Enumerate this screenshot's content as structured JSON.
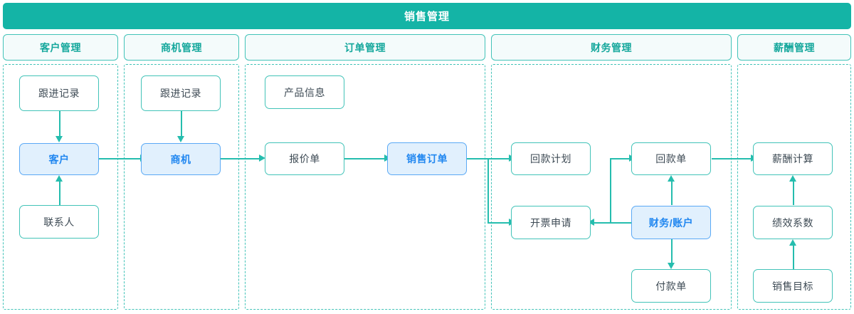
{
  "header": {
    "title": "销售管理",
    "bg_color": "#14b4a6",
    "text_color": "#ffffff"
  },
  "theme": {
    "teal": "#25bdae",
    "teal_border": "#42c3b8",
    "teal_text": "#14a79c",
    "blue_fill": "#e1f0fd",
    "blue_border": "#5aa9f5",
    "blue_text": "#1f86f0",
    "node_text": "#3d4a54"
  },
  "columns": [
    {
      "id": "customer",
      "label": "客户管理"
    },
    {
      "id": "opportunity",
      "label": "商机管理"
    },
    {
      "id": "order",
      "label": "订单管理"
    },
    {
      "id": "finance",
      "label": "财务管理"
    },
    {
      "id": "salary",
      "label": "薪酬管理"
    }
  ],
  "nodes": {
    "follow_up_1": {
      "label": "跟进记录",
      "column": "customer",
      "highlight": false
    },
    "customer": {
      "label": "客户",
      "column": "customer",
      "highlight": true
    },
    "contact": {
      "label": "联系人",
      "column": "customer",
      "highlight": false
    },
    "follow_up_2": {
      "label": "跟进记录",
      "column": "opportunity",
      "highlight": false
    },
    "opportunity": {
      "label": "商机",
      "column": "opportunity",
      "highlight": true
    },
    "product_info": {
      "label": "产品信息",
      "column": "order",
      "highlight": false
    },
    "quotation": {
      "label": "报价单",
      "column": "order",
      "highlight": false
    },
    "sales_order": {
      "label": "销售订单",
      "column": "order",
      "highlight": true
    },
    "payback_plan": {
      "label": "回款计划",
      "column": "finance",
      "highlight": false
    },
    "invoice_req": {
      "label": "开票申请",
      "column": "finance",
      "highlight": false
    },
    "payback_form": {
      "label": "回款单",
      "column": "finance",
      "highlight": false
    },
    "finance_acct": {
      "label": "财务/账户",
      "column": "finance",
      "highlight": true
    },
    "payment_form": {
      "label": "付款单",
      "column": "finance",
      "highlight": false
    },
    "salary_calc": {
      "label": "薪酬计算",
      "column": "salary",
      "highlight": false
    },
    "perf_factor": {
      "label": "绩效系数",
      "column": "salary",
      "highlight": false
    },
    "sales_target": {
      "label": "销售目标",
      "column": "salary",
      "highlight": false
    }
  },
  "edges": [
    {
      "from": "follow_up_1",
      "to": "customer",
      "direction": "down"
    },
    {
      "from": "contact",
      "to": "customer",
      "direction": "up"
    },
    {
      "from": "customer",
      "to": "opportunity",
      "direction": "right"
    },
    {
      "from": "follow_up_2",
      "to": "opportunity",
      "direction": "down"
    },
    {
      "from": "opportunity",
      "to": "quotation",
      "direction": "right"
    },
    {
      "from": "quotation",
      "to": "sales_order",
      "direction": "right"
    },
    {
      "from": "sales_order",
      "to": "payback_plan",
      "direction": "right"
    },
    {
      "from": "sales_order",
      "to": "invoice_req",
      "direction": "right"
    },
    {
      "from": "finance_acct",
      "to": "invoice_req",
      "direction": "left"
    },
    {
      "from": "finance_acct",
      "to": "payback_form",
      "direction": "up"
    },
    {
      "from": "finance_acct",
      "to": "payment_form",
      "direction": "down"
    },
    {
      "from": "payback_form",
      "to": "salary_calc",
      "direction": "right"
    },
    {
      "from": "perf_factor",
      "to": "salary_calc",
      "direction": "up"
    },
    {
      "from": "sales_target",
      "to": "perf_factor",
      "direction": "up"
    }
  ]
}
